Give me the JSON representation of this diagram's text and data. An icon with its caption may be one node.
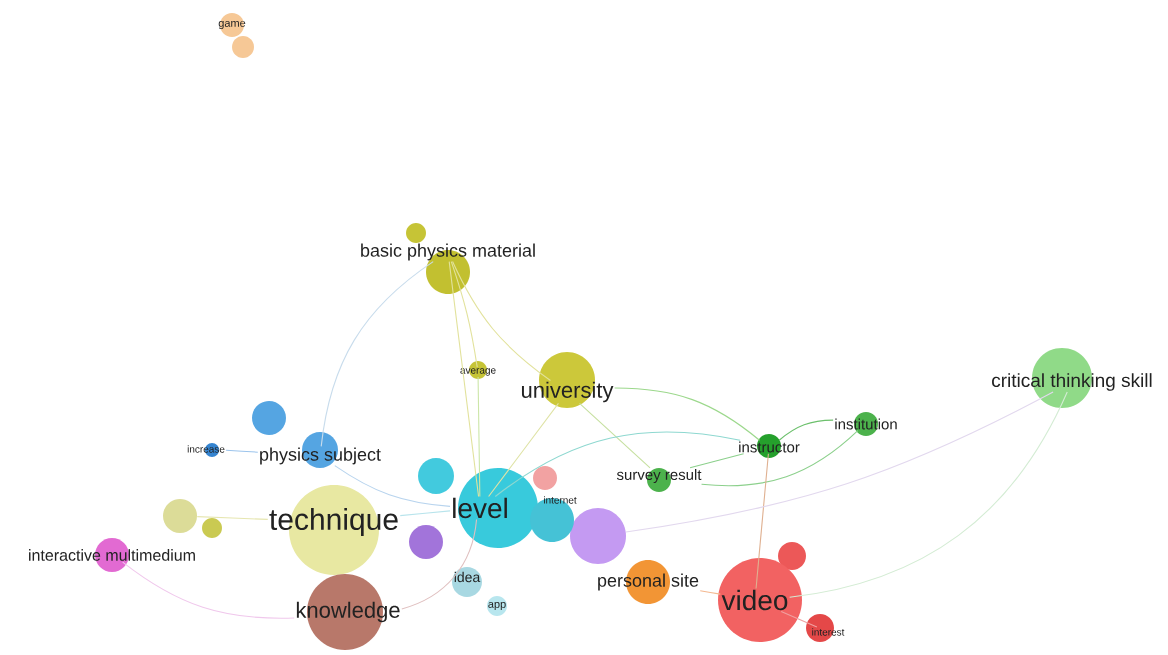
{
  "diagram": {
    "nodes": [
      {
        "text": [
          "game"
        ]
      },
      {
        "text": [
          "basic physics material"
        ]
      },
      {
        "text": [
          "average"
        ]
      },
      {
        "text": [
          "university"
        ]
      },
      {
        "text": [
          "physics subject"
        ]
      },
      {
        "text": [
          "increase"
        ]
      },
      {
        "text": [
          "critical thinking skill"
        ]
      },
      {
        "text": [
          "institution"
        ]
      },
      {
        "text": [
          "instructor"
        ]
      },
      {
        "text": [
          "survey result"
        ]
      },
      {
        "text": [
          "technique"
        ]
      },
      {
        "text": [
          "level"
        ]
      },
      {
        "text": [
          "internet"
        ]
      },
      {
        "text": [
          "interactive multimedium"
        ]
      },
      {
        "text": [
          "idea"
        ]
      },
      {
        "text": [
          "personal site"
        ]
      },
      {
        "text": [
          "video"
        ]
      },
      {
        "text": [
          "knowledge"
        ]
      },
      {
        "text": [
          "app"
        ]
      },
      {
        "text": [
          "interest"
        ]
      },
      {
        "text": [],
        "shape": "circle"
      },
      {
        "text": [],
        "shape": "circle"
      },
      {
        "text": [],
        "shape": "circle"
      },
      {
        "text": [],
        "shape": "circle"
      },
      {
        "text": [],
        "shape": "circle"
      },
      {
        "text": [],
        "shape": "circle"
      },
      {
        "text": [],
        "shape": "circle"
      },
      {
        "text": [],
        "shape": "circle"
      },
      {
        "text": [],
        "shape": "circle"
      },
      {
        "text": [],
        "shape": "circle"
      }
    ],
    "edges": [
      {
        "from": 1,
        "to": 2,
        "arrow": "none",
        "color": "#e2e29c"
      },
      {
        "from": 1,
        "to": 3,
        "arrow": "none",
        "color": "#e2e29c"
      },
      {
        "from": 1,
        "to": 11,
        "arrow": "none",
        "color": "#e2e29c"
      },
      {
        "from": 1,
        "to": 4,
        "arrow": "none",
        "color": "#c8dcec"
      },
      {
        "from": 2,
        "to": 11,
        "arrow": "none",
        "color": "#cce6a8"
      },
      {
        "from": 3,
        "to": 8,
        "arrow": "none",
        "color": "#9cd88c"
      },
      {
        "from": 3,
        "to": 9,
        "arrow": "none",
        "color": "#c6e0a0"
      },
      {
        "from": 3,
        "to": 11,
        "arrow": "none",
        "color": "#dfe3a6"
      },
      {
        "from": 9,
        "to": 8,
        "arrow": "none",
        "color": "#8cd08c"
      },
      {
        "from": 9,
        "to": 7,
        "arrow": "none",
        "color": "#8cd08c"
      },
      {
        "from": 8,
        "to": 7,
        "arrow": "none",
        "color": "#6cc06c"
      },
      {
        "from": 8,
        "to": 16,
        "arrow": "none",
        "color": "#e0b090"
      },
      {
        "from": 11,
        "to": 8,
        "arrow": "none",
        "color": "#8ed8d0"
      },
      {
        "from": 6,
        "to": 16,
        "arrow": "none",
        "color": "#d4ecd4"
      },
      {
        "from": 27,
        "to": 6,
        "arrow": "none",
        "color": "#e2d8ee"
      },
      {
        "from": 4,
        "to": 11,
        "arrow": "none",
        "color": "#b8d4ee"
      },
      {
        "from": 13,
        "to": 17,
        "arrow": "none",
        "color": "#f0c8ec"
      },
      {
        "from": 23,
        "to": 10,
        "arrow": "none",
        "color": "#e6e6b0"
      },
      {
        "from": 10,
        "to": 11,
        "arrow": "none",
        "color": "#b8e4ec"
      },
      {
        "from": 17,
        "to": 11,
        "arrow": "none",
        "color": "#e0c0c0"
      },
      {
        "from": 15,
        "to": 16,
        "arrow": "none",
        "color": "#f4b890"
      },
      {
        "from": 5,
        "to": 4,
        "arrow": "none",
        "color": "#9cc4ec"
      },
      {
        "from": 16,
        "to": 19,
        "arrow": "none",
        "color": "#f0a0a0"
      }
    ]
  }
}
